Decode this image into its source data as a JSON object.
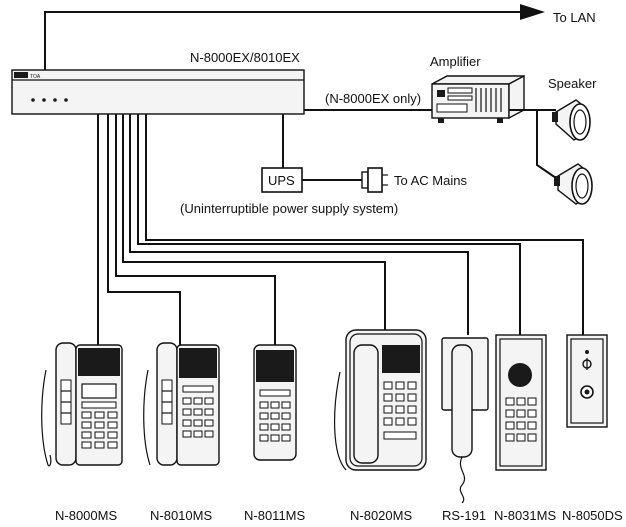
{
  "labels": {
    "to_lan": "To LAN",
    "main_unit": "N-8000EX/8010EX",
    "amplifier": "Amplifier",
    "speaker": "Speaker",
    "amp_note": "(N-8000EX only)",
    "ups": "UPS",
    "to_ac": "To AC Mains",
    "ups_note": "(Uninterruptible power supply system)",
    "brand": "TOA"
  },
  "stations": [
    {
      "model": "N-8000MS"
    },
    {
      "model": "N-8010MS"
    },
    {
      "model": "N-8011MS"
    },
    {
      "model": "N-8020MS"
    },
    {
      "model": "RS-191"
    },
    {
      "model": "N-8031MS"
    },
    {
      "model": "N-8050DS"
    }
  ]
}
